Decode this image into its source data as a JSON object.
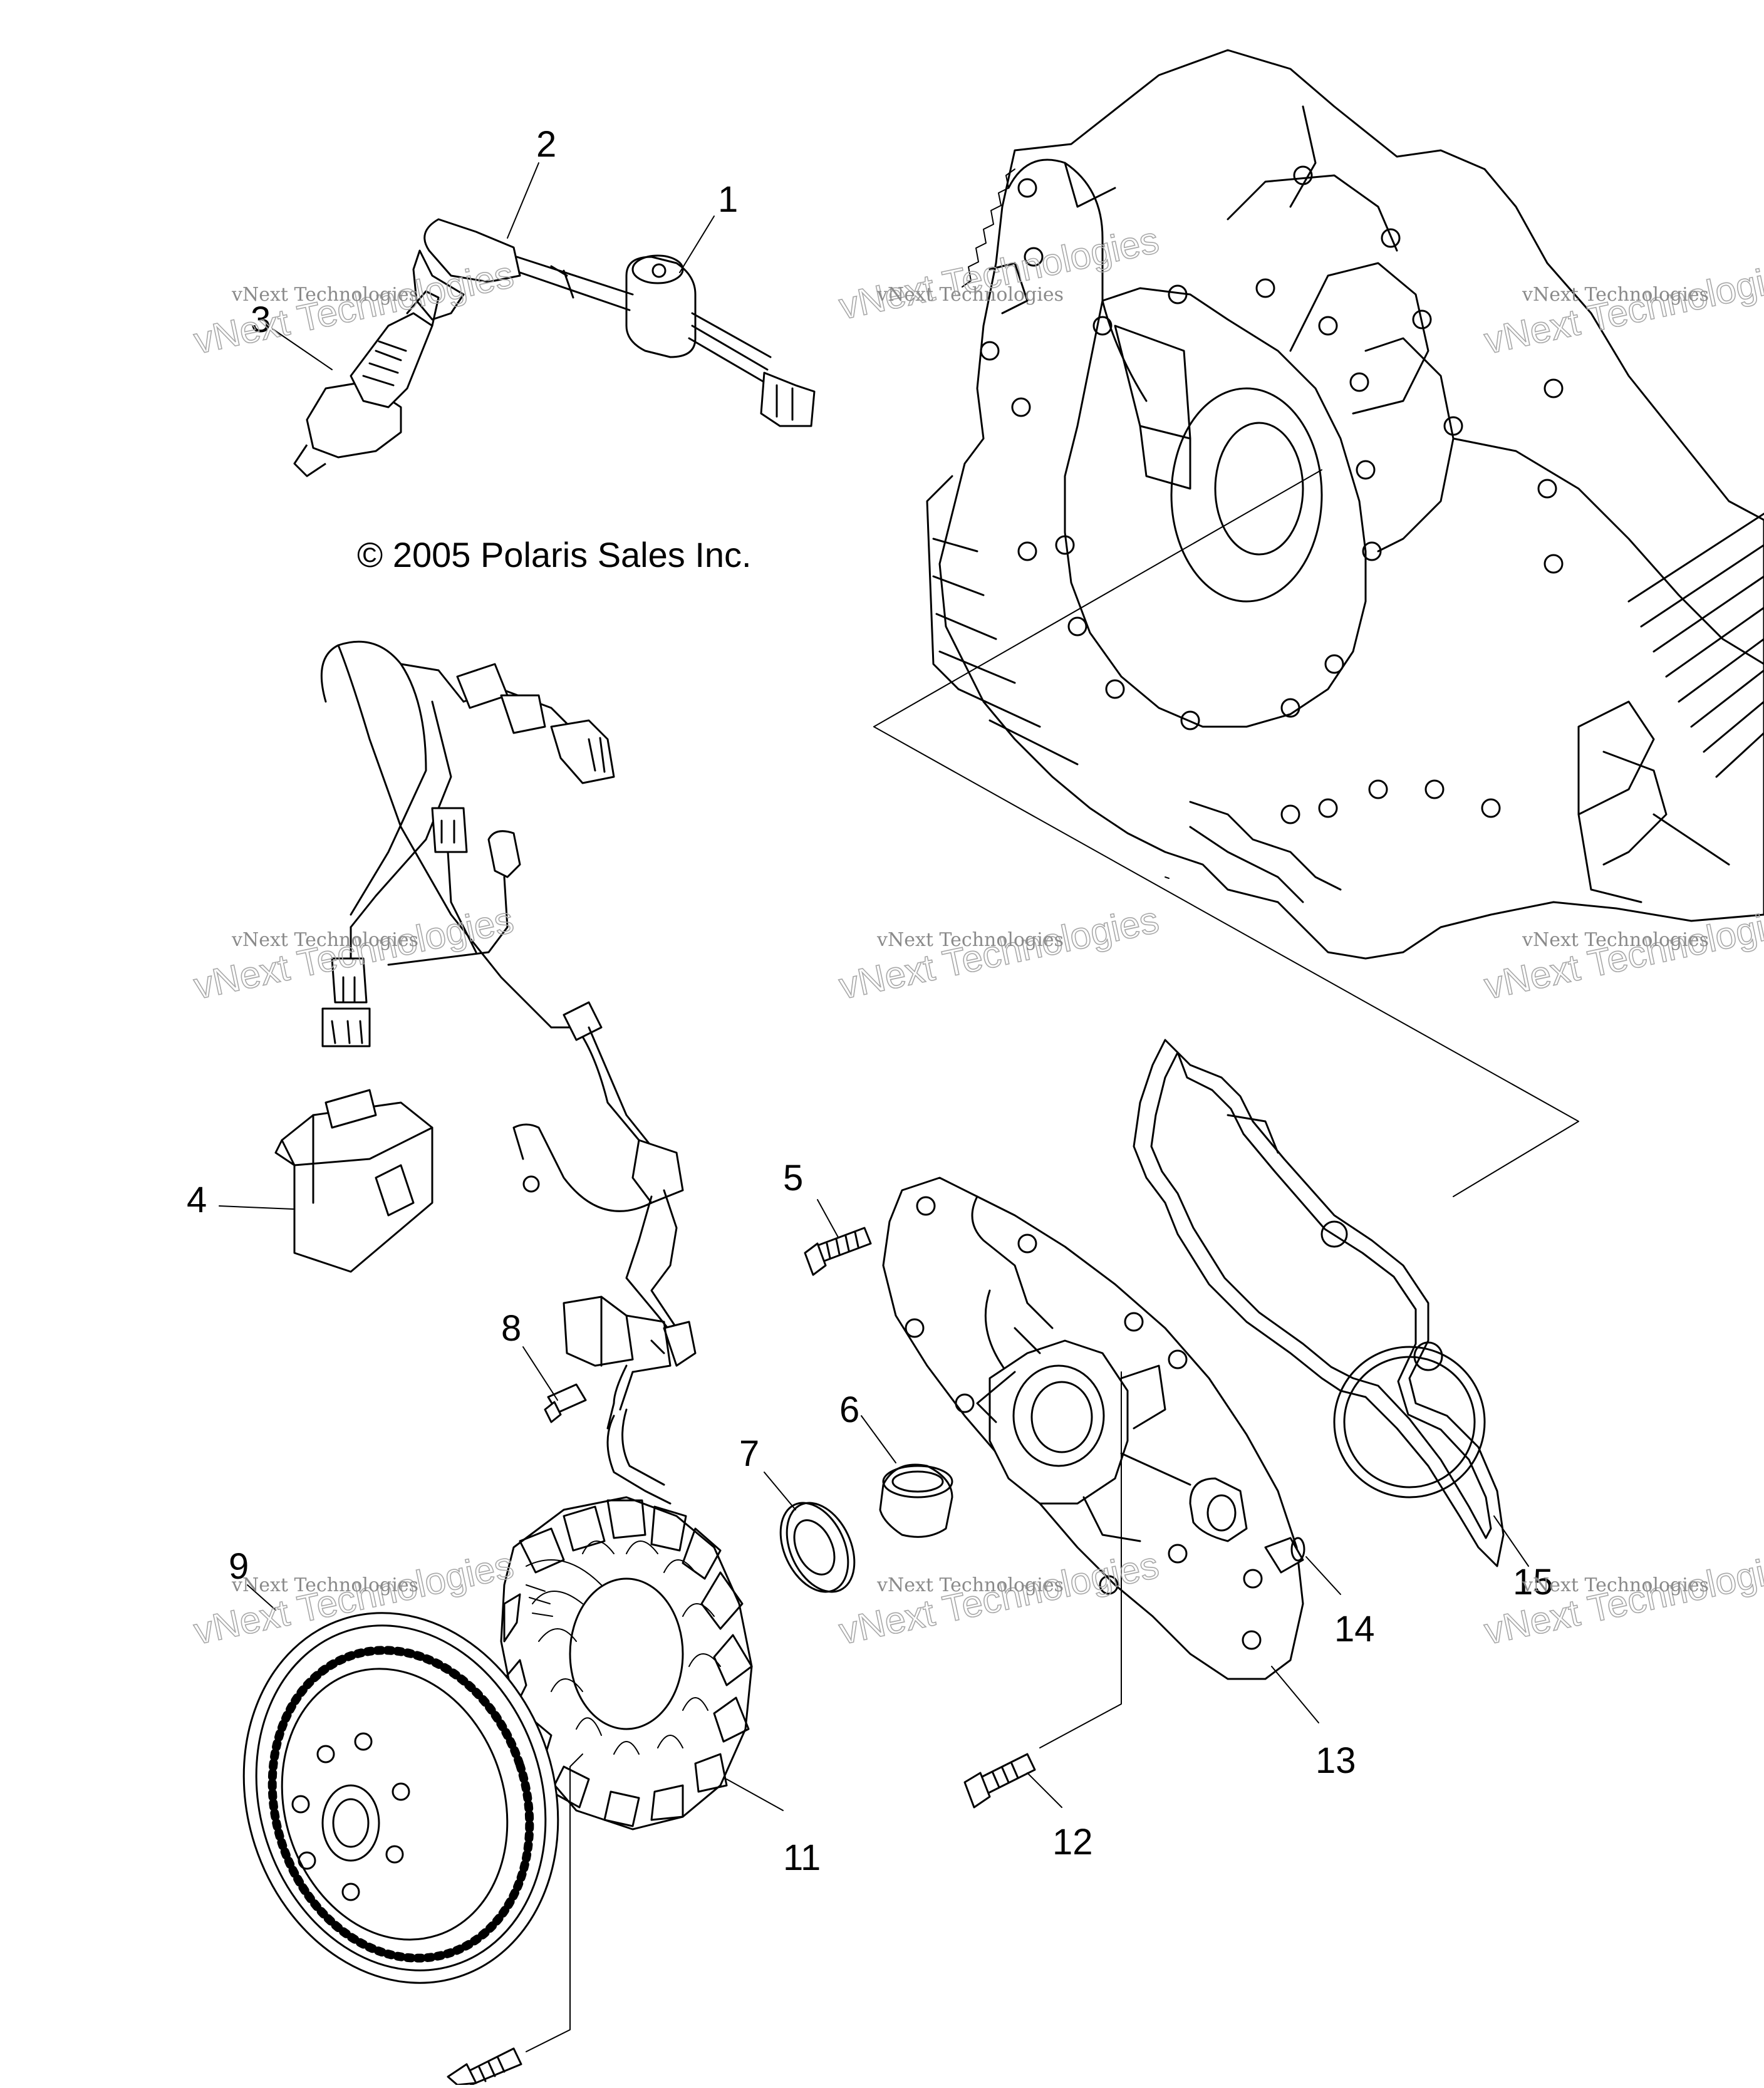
{
  "copyright": "© 2005 Polaris Sales Inc.",
  "watermark": {
    "line1": "vNext Technologies",
    "line2": "vNext Technologies"
  },
  "callouts": [
    "1",
    "2",
    "3",
    "4",
    "5",
    "6",
    "7",
    "8",
    "9",
    "11",
    "12",
    "13",
    "14",
    "15"
  ],
  "colors": {
    "line": "#000000",
    "background": "#ffffff",
    "watermark": "#9a9a9a"
  }
}
